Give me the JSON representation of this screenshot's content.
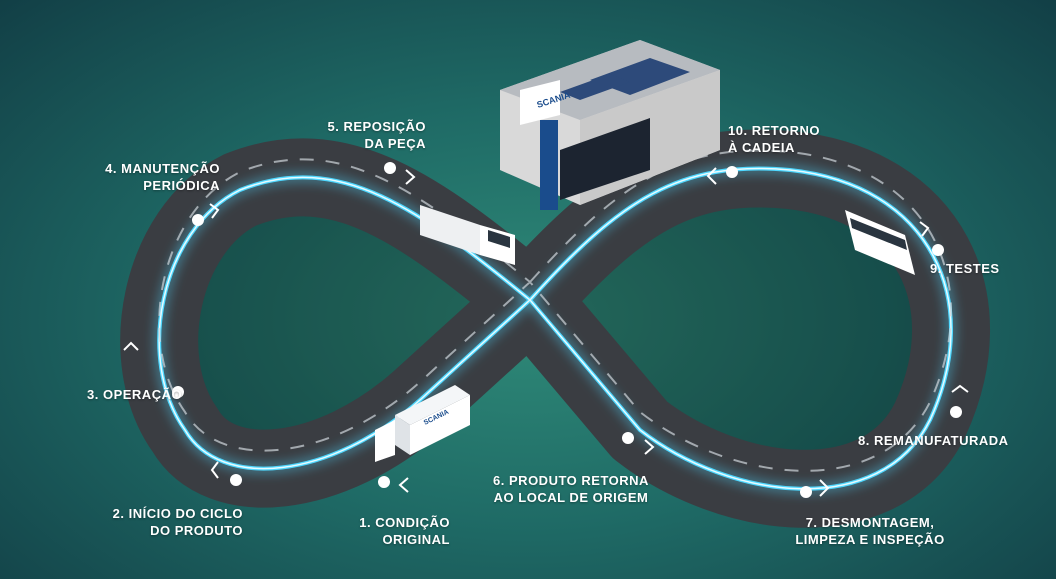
{
  "steps": [
    {
      "num": "1.",
      "line1": "CONDIÇÃO",
      "line2": "ORIGINAL"
    },
    {
      "num": "2.",
      "line1": "INÍCIO DO CICLO",
      "line2": "DO PRODUTO"
    },
    {
      "num": "3.",
      "line1": "OPERAÇÃO",
      "line2": ""
    },
    {
      "num": "4.",
      "line1": "MANUTENÇÃO",
      "line2": "PERIÓDICA"
    },
    {
      "num": "5.",
      "line1": "REPOSIÇÃO",
      "line2": "DA PEÇA"
    },
    {
      "num": "6.",
      "line1": "PRODUTO RETORNA",
      "line2": "AO LOCAL DE ORIGEM"
    },
    {
      "num": "7.",
      "line1": "DESMONTAGEM,",
      "line2": "LIMPEZA E INSPEÇÃO"
    },
    {
      "num": "8.",
      "line1": "REMANUFATURADA",
      "line2": ""
    },
    {
      "num": "9.",
      "line1": "TESTES",
      "line2": ""
    },
    {
      "num": "10.",
      "line1": "RETORNO",
      "line2": "À CADEIA"
    }
  ],
  "brand": {
    "logo_text": "SCANIA",
    "truck_text": "SCANIA"
  },
  "colors": {
    "road": "#3a3d42",
    "glow": "#4fd8ff",
    "background": "#1f6b66"
  }
}
